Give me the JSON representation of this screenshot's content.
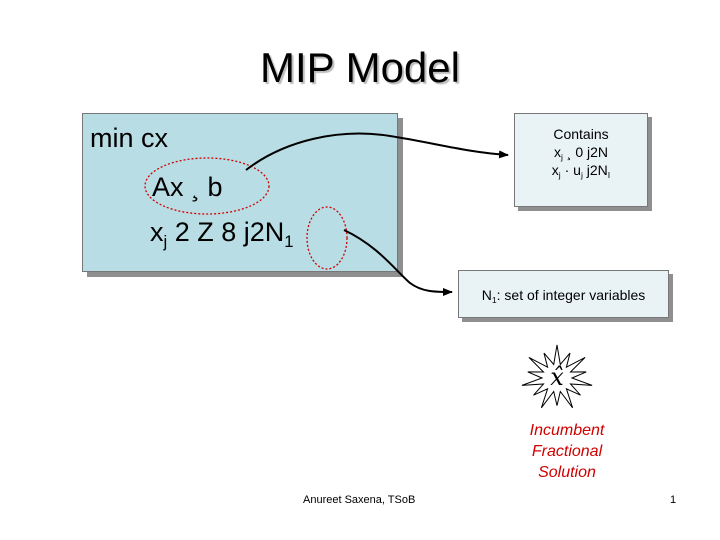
{
  "title": "MIP Model",
  "model": {
    "line1": "min cx",
    "line2": "Ax ¸ b",
    "line3_var": "x",
    "line3_var_sub": "j",
    "line3_rest": " 2 Z  8 j2N",
    "line3_sub": "1"
  },
  "contains": {
    "title": "Contains",
    "line1_var": "x",
    "line1_sub": "j",
    "line1_rest": " ¸ 0 j2N",
    "line2_var": "x",
    "line2_sub": "j",
    "line2_mid": " · u",
    "line2_sub2": "j",
    "line2_rest": " j2N",
    "line2_sub3": "I"
  },
  "n1": {
    "prefix": "N",
    "sub": "1",
    "text": ": set of integer variables"
  },
  "incumbent": {
    "symbol": "x̂",
    "line1": "Incumbent",
    "line2": "Fractional",
    "line3": "Solution"
  },
  "footer": "Anureet Saxena, TSoB",
  "page_number": "1",
  "colors": {
    "model_box": "#b9dde4",
    "small_box": "#e9f3f6",
    "highlight": "#d00000"
  }
}
